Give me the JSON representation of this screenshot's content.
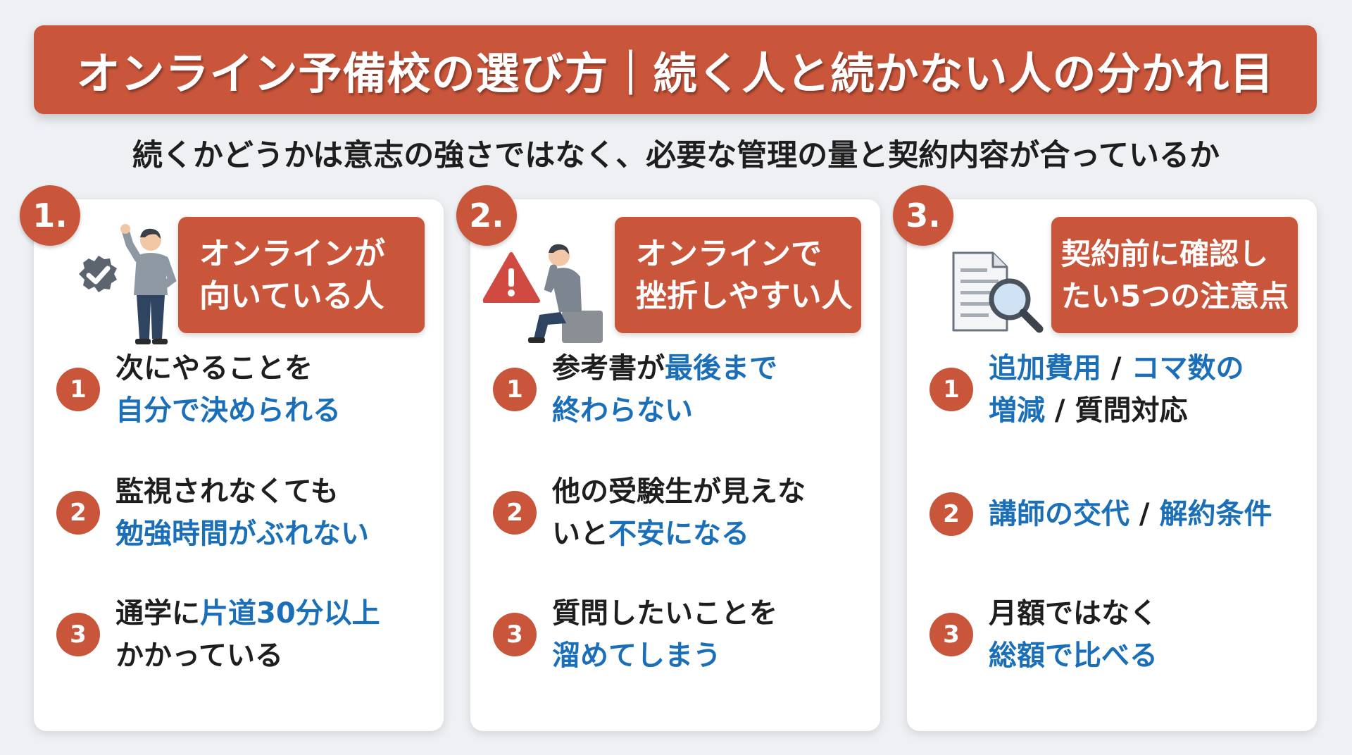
{
  "title": "オンライン予備校の選び方｜続く人と続かない人の分かれ目",
  "subtitle": "続くかどうかは意志の強さではなく、必要な管理の量と契約内容が合っているか",
  "colors": {
    "accent": "#c9553a",
    "highlight": "#1a6fb8",
    "text": "#1e1e1e",
    "background": "#eef0f4"
  },
  "cards": [
    {
      "number": "1.",
      "icon": "checkmark-badge-icon",
      "illustration": "confident-person",
      "header": [
        "オンラインが",
        "向いている人"
      ],
      "items": [
        {
          "badge": "1",
          "line1": "次にやることを",
          "line2": "自分で決められる"
        },
        {
          "badge": "2",
          "line1": "監視されなくても",
          "line2": "勉強時間がぶれない"
        },
        {
          "badge": "3",
          "line1_a": "通学に",
          "line1_b": "片道30分以上",
          "line2": "かかっている"
        }
      ]
    },
    {
      "number": "2.",
      "icon": "warning-triangle-icon",
      "illustration": "discouraged-person",
      "header": [
        "オンラインで",
        "挫折しやすい人"
      ],
      "items": [
        {
          "badge": "1",
          "line1_a": "参考書が",
          "line1_b": "最後まで",
          "line2": "終わらない"
        },
        {
          "badge": "2",
          "line1": "他の受験生が見えな",
          "line2_a": "いと",
          "line2_b": "不安になる"
        },
        {
          "badge": "3",
          "line1": "質問したいことを",
          "line2": "溜めてしまう"
        }
      ]
    },
    {
      "number": "3.",
      "icon": "document-search-icon",
      "illustration": "document-magnifier",
      "header": [
        "契約前に確認し",
        "たい5つの注意点"
      ],
      "items": [
        {
          "badge": "1",
          "l1_a": "追加費用",
          "sep": " / ",
          "l1_b": "コマ数の",
          "l2_a": "増減",
          "l2_sep": " / ",
          "l2_b": "質問対応"
        },
        {
          "badge": "2",
          "l1_a": "講師の交代",
          "sep": " / ",
          "l1_b": "解約条件"
        },
        {
          "badge": "3",
          "line1": "月額ではなく",
          "line2": "総額で比べる"
        }
      ]
    }
  ]
}
